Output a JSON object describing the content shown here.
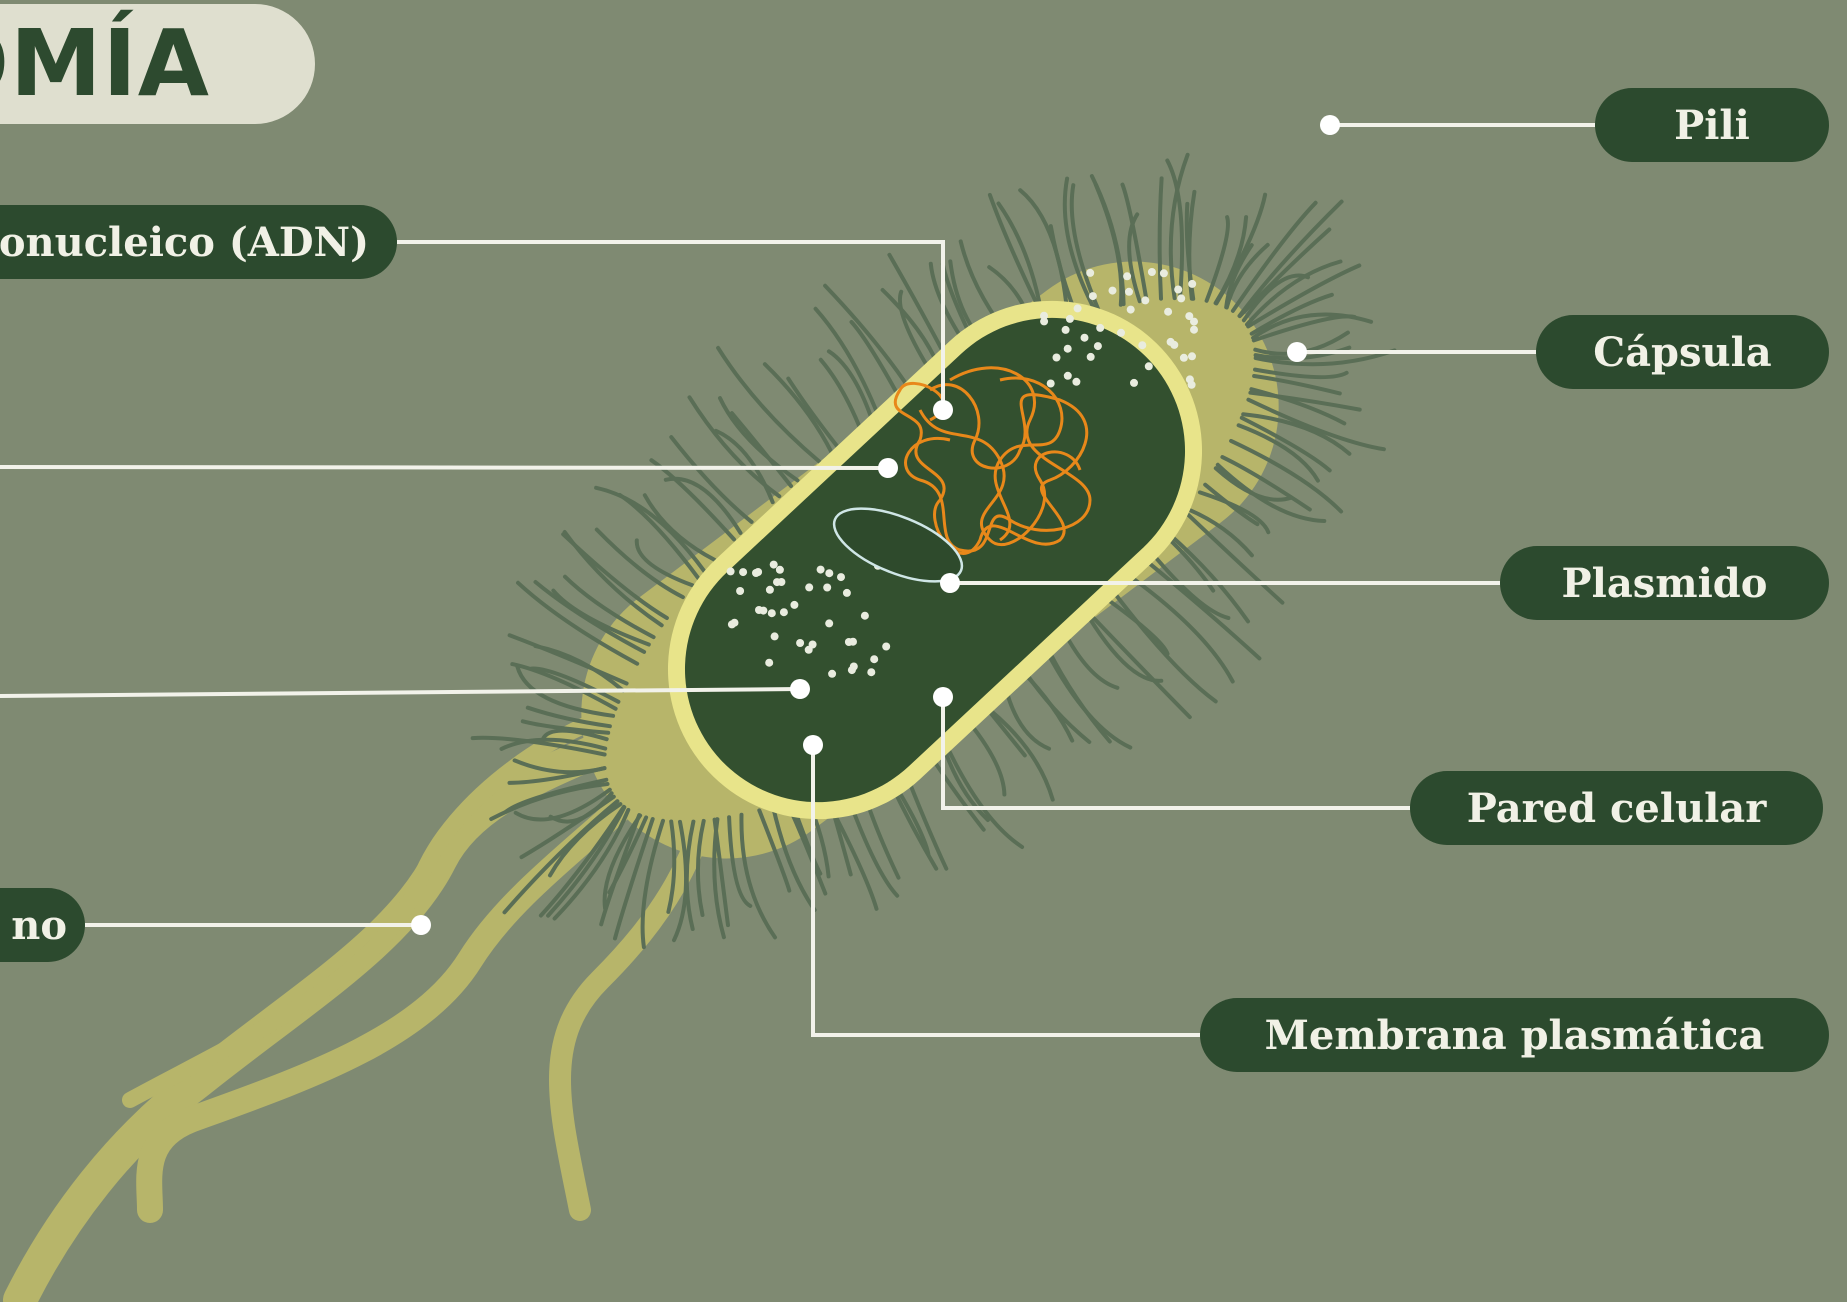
{
  "title": "OMÍA",
  "labels": {
    "adn": "onucleico (ADN)",
    "flagelo": "no",
    "pili": "Pili",
    "capsula": "Cápsula",
    "plasmido": "Plasmido",
    "pared": "Pared celular",
    "membrana": "Membrana plasmática"
  },
  "colors": {
    "background": "#7f8a72",
    "label_pill": "#2c4a2e",
    "title_pill": "#dfdfcf",
    "cytoplasm": "#33502f",
    "cell_wall": "#e8e48a",
    "capsule": "#b7b56a",
    "dna": "#e8881a",
    "plasmid": "#cfe6e6",
    "pili": "#5a6e56"
  }
}
